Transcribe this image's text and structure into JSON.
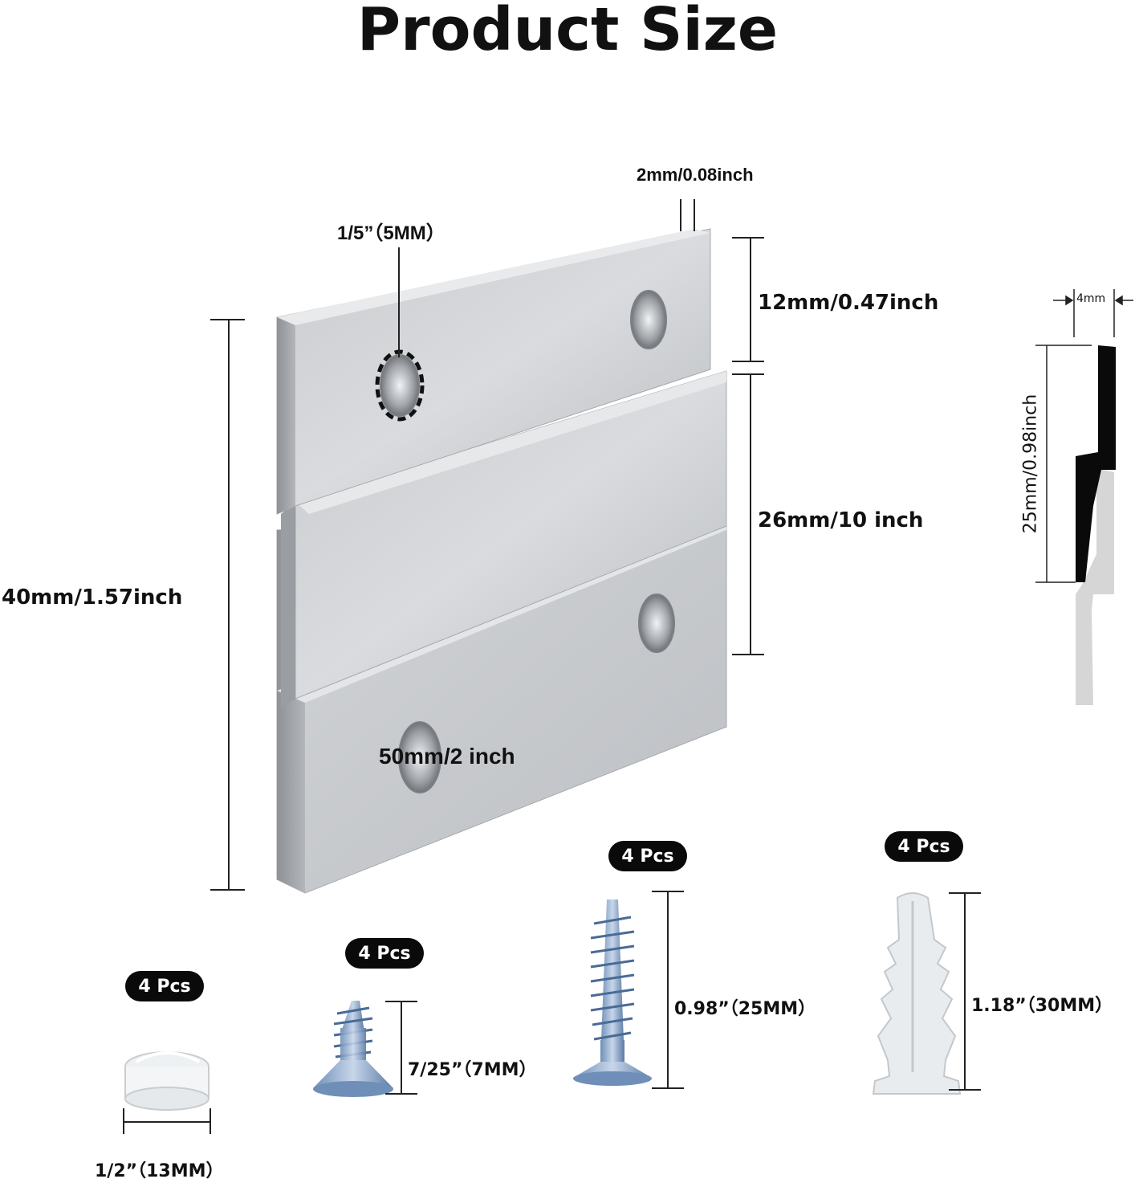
{
  "title": "Product Size",
  "dimensions": {
    "hole_diameter": "1/5”（5MM）",
    "thickness": "2mm/0.08inch",
    "top_lip_height": "12mm/0.47inch",
    "middle_height": "26mm/10 inch",
    "total_height": "40mm/1.57inch",
    "width": "50mm/2 inch",
    "profile_gap": "4mm",
    "profile_height": "25mm/0.98inch"
  },
  "accessories": [
    {
      "name": "rubber-bumper",
      "qty": "4 Pcs",
      "size": "1/2”（13MM）"
    },
    {
      "name": "short-screw",
      "qty": "4 Pcs",
      "size": "7/25”（7MM）"
    },
    {
      "name": "long-screw",
      "qty": "4 Pcs",
      "size": "0.98”（25MM）"
    },
    {
      "name": "wall-anchor",
      "qty": "4 Pcs",
      "size": "1.18”（30MM）"
    }
  ]
}
